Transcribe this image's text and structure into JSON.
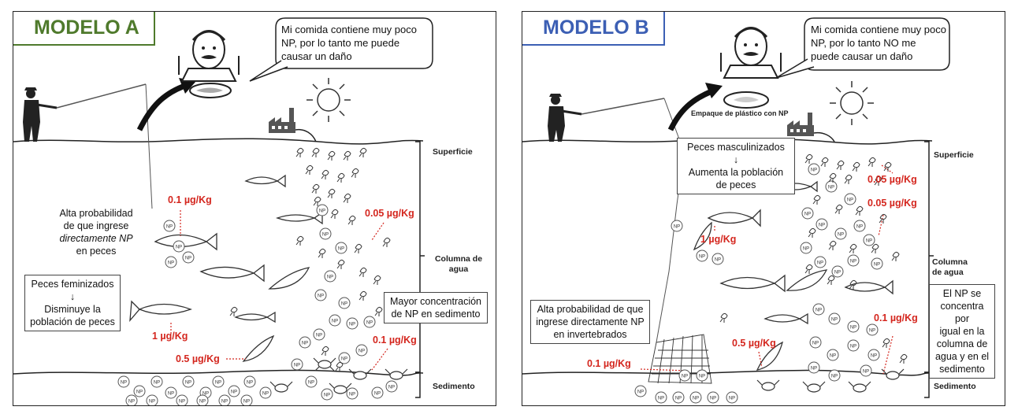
{
  "panels": [
    {
      "title": "MODELO A",
      "speech": "Mi comida contiene muy poco NP, por lo tanto me puede causar un daño",
      "zones": {
        "surface": "Superficie",
        "water_column": "Columna de agua",
        "sediment": "Sedimento"
      },
      "boxes": {
        "direct_fish": [
          "Alta probabilidad",
          "de que ingrese",
          "directamente NP",
          "en peces"
        ],
        "feminized": {
          "line1": "Peces feminizados",
          "arrow": "↓",
          "line2": "Disminuye la",
          "line3": "población de peces"
        },
        "sediment_conc": [
          "Mayor concentración",
          "de NP en sedimento"
        ]
      },
      "concentrations": [
        "0.1 µg/Kg",
        "0.05 µg/Kg",
        "1 µg/Kg",
        "0.5 µg/Kg",
        "0.1 µg/Kg"
      ]
    },
    {
      "title": "MODELO B",
      "speech": "Mi comida contiene muy poco NP, por lo tanto NO me puede causar un daño",
      "package_label": "Empaque de plástico con NP",
      "zones": {
        "surface": "Superficie",
        "water_column": "Columna de agua",
        "sediment": "Sedimento"
      },
      "boxes": {
        "masculinized": {
          "line1": "Peces masculinizados",
          "arrow": "↓",
          "line2": "Aumenta la población",
          "line3": "de peces"
        },
        "direct_invert": [
          "Alta probabilidad de que",
          "ingrese directamente NP",
          "en invertebrados"
        ],
        "equal_conc": [
          "El NP se",
          "concentra por",
          "igual en la",
          "columna de",
          "agua y en el",
          "sedimento"
        ]
      },
      "concentrations": [
        "0.05 µg/Kg",
        "0.05 µg/Kg",
        "1 µg/Kg",
        "0.1 µg/Kg",
        "0.5 µg/Kg",
        "0.1 µg/Kg"
      ]
    }
  ],
  "np_label": "NP",
  "colors": {
    "model_a": "#4f7a2c",
    "model_b": "#3c5fb4",
    "concentration": "#d4261e"
  }
}
